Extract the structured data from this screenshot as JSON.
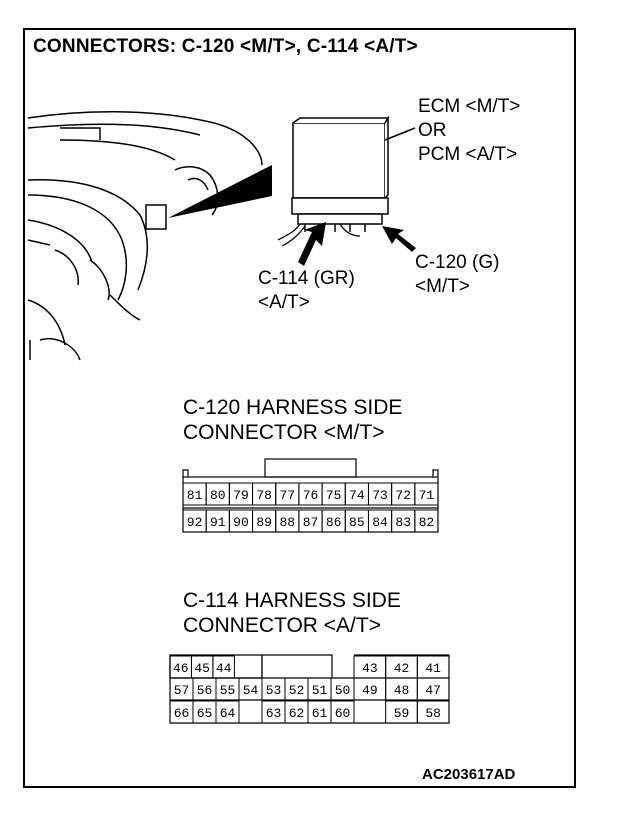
{
  "title": "CONNECTORS: C-120 <M/T>, C-114 <A/T>",
  "ecm_label": [
    "ECM <M/T>",
    "OR",
    "PCM <A/T>"
  ],
  "c114_callout": [
    "C-114 (GR)",
    "<A/T>"
  ],
  "c120_callout": [
    "C-120 (G)",
    "<M/T>"
  ],
  "c120_heading": [
    "C-120 HARNESS SIDE",
    "CONNECTOR <M/T>"
  ],
  "c114_heading": [
    "C-114 HARNESS SIDE",
    "CONNECTOR <A/T>"
  ],
  "c120_pins": {
    "row1": [
      "81",
      "80",
      "79",
      "78",
      "77",
      "76",
      "75",
      "74",
      "73",
      "72",
      "71"
    ],
    "row2": [
      "92",
      "91",
      "90",
      "89",
      "88",
      "87",
      "86",
      "85",
      "84",
      "83",
      "82"
    ]
  },
  "c114_pins": {
    "row1": [
      "46",
      "45",
      "44",
      "",
      "",
      "",
      "",
      "",
      "43",
      "42",
      "41"
    ],
    "row2": [
      "57",
      "56",
      "55",
      "54",
      "53",
      "52",
      "51",
      "50",
      "49",
      "48",
      "47"
    ],
    "row3": [
      "66",
      "65",
      "64",
      "",
      "63",
      "62",
      "61",
      "60",
      "",
      "59",
      "58"
    ]
  },
  "figure_code": "AC203617AD"
}
